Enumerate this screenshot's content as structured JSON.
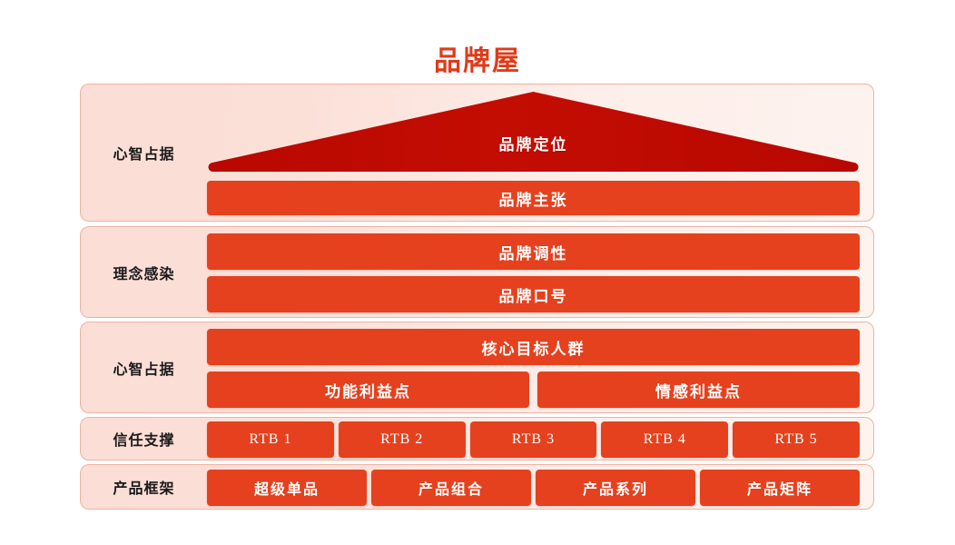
{
  "title": "品牌屋",
  "colors": {
    "title": "#E03A18",
    "roof": "#C10B02",
    "bar": "#E5411E",
    "panel_light": "#FBDED6",
    "panel_lighter": "#FDF3EF",
    "panel_border": "#F0B2A3",
    "bar_text": "#FFFFFF",
    "label_text": "#1A1A1A"
  },
  "sections": [
    {
      "label": "心智占据",
      "roof": {
        "text": "品牌定位"
      },
      "bars": [
        {
          "text": "品牌主张"
        }
      ]
    },
    {
      "label": "理念感染",
      "bars": [
        {
          "text": "品牌调性"
        },
        {
          "text": "品牌口号"
        }
      ]
    },
    {
      "label": "心智占据",
      "bars": [
        {
          "text": "核心目标人群"
        },
        {
          "text": "功能利益点"
        },
        {
          "text": "情感利益点"
        }
      ]
    },
    {
      "label": "信任支撑",
      "bars": [
        {
          "text": "RTB 1"
        },
        {
          "text": "RTB 2"
        },
        {
          "text": "RTB 3"
        },
        {
          "text": "RTB 4"
        },
        {
          "text": "RTB 5"
        }
      ]
    },
    {
      "label": "产品框架",
      "bars": [
        {
          "text": "超级单品"
        },
        {
          "text": "产品组合"
        },
        {
          "text": "产品系列"
        },
        {
          "text": "产品矩阵"
        }
      ]
    }
  ]
}
